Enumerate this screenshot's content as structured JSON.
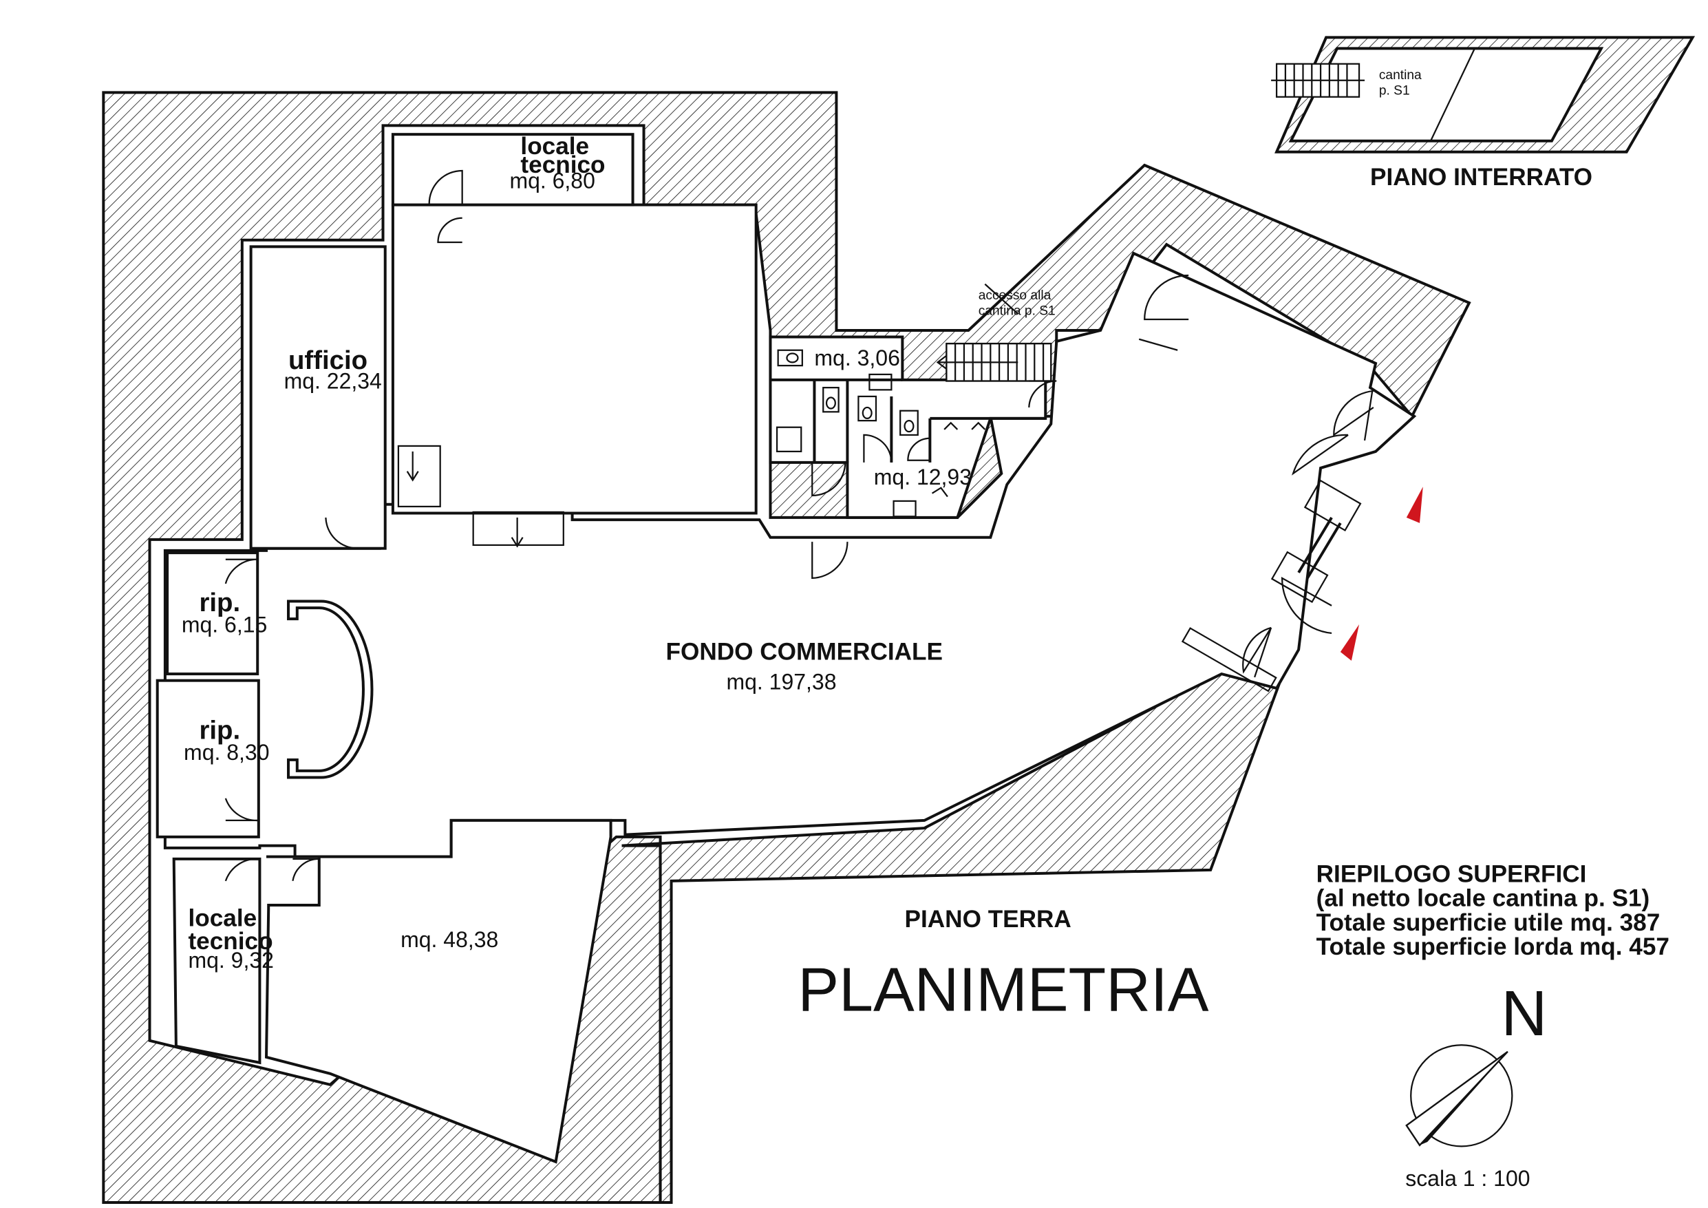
{
  "plan": {
    "title": "PLANIMETRIA",
    "ground_floor_label": "PIANO TERRA",
    "basement_label": "PIANO INTERRATO",
    "scale": "scala 1 : 100",
    "north": "N"
  },
  "rooms": {
    "locale_tecnico_top": {
      "name_line1": "locale",
      "name_line2": "tecnico",
      "area": "mq.  6,80"
    },
    "ufficio": {
      "name": "ufficio",
      "area": "mq.  22,34"
    },
    "rip_1": {
      "name": "rip.",
      "area": "mq.  6,15"
    },
    "rip_2": {
      "name": "rip.",
      "area": "mq.  8,30"
    },
    "fondo_commerciale": {
      "name": "FONDO COMMERCIALE",
      "area": "mq.  197,38"
    },
    "locale_tecnico_bottom": {
      "name_line1": "locale",
      "name_line2": "tecnico",
      "area": "mq.  9,32"
    },
    "room_48": {
      "area": "mq.  48,38"
    },
    "wc_small": {
      "area": "mq.  3,06"
    },
    "wc_large": {
      "area": "mq.  12,93"
    }
  },
  "annotations": {
    "access_line1": "accesso alla",
    "access_line2": "cantina p. S1",
    "cantina_line1": "cantina",
    "cantina_line2": "p. S1"
  },
  "summary": {
    "title": "RIEPILOGO SUPERFICI",
    "note": "(al netto locale cantina p. S1)",
    "useful": "Totale superficie utile  mq. 387",
    "gross": "Totale superficie lorda mq. 457"
  },
  "colors": {
    "lines": "#111111",
    "entrance_markers": "#d0161e",
    "background": "#ffffff"
  }
}
